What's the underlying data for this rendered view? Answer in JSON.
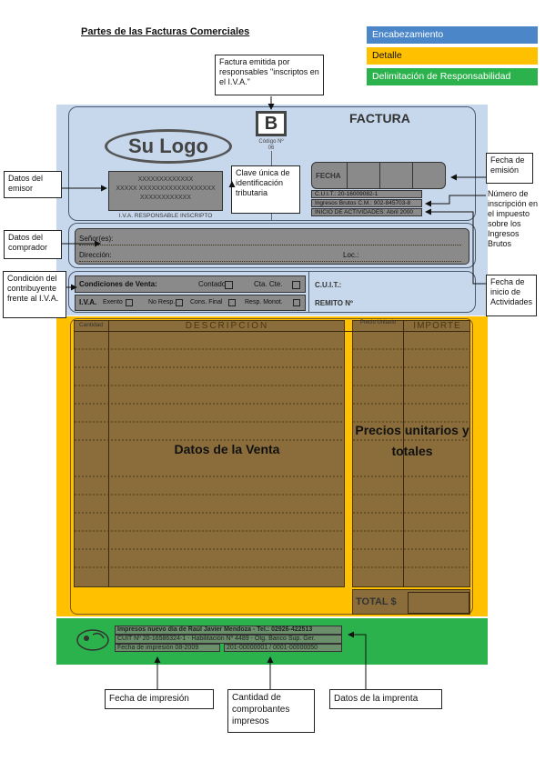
{
  "title": "Partes de las Facturas Comerciales",
  "legend": [
    {
      "label": "Encabezamiento",
      "color": "#4a86c8"
    },
    {
      "label": "Detalle",
      "color": "#ffc000"
    },
    {
      "label": "Delimitación de Responsabilidad",
      "color": "#2bb24c"
    }
  ],
  "callouts": {
    "factura_emitida": "Factura emitida por responsables \"inscriptos en el I.V.A.\"",
    "datos_emisor": "Datos del emisor",
    "clave_unica": "Clave única de identificación tributaria",
    "fecha_emision": "Fecha de emisión",
    "numero_inscripcion": "Número de inscripción en el impuesto sobre los Ingresos Brutos",
    "datos_comprador": "Datos del comprador",
    "fecha_inicio": "Fecha de inicio de Actividades",
    "condicion_contribuyente": "Condición del contribuyente frente al I.V.A.",
    "fecha_impresion": "Fecha de impresión",
    "cantidad_comprobantes": "Cantidad de comprobantes impresos",
    "datos_imprenta": "Datos de la imprenta"
  },
  "invoice": {
    "logo": "Su Logo",
    "letter": "B",
    "codigo": "Código Nº 06",
    "factura": "FACTURA",
    "emisor_lines": [
      "XXXXXXXXXXXXX",
      "XXXXX XXXXXXXXXXXXXXXXXX",
      "XXXXXXXXXXXX"
    ],
    "iva_responsable": "I.V.A. RESPONSABLE INSCRIPTO",
    "fecha": "FECHA",
    "cuit": "C.U.I.T.: 20-16009082-1",
    "ingresos_brutos": "Ingresos Brutos C.M.: 902-845703-8",
    "inicio_actividades": "INICIO DE ACTIVIDADES: Abril 2000",
    "senores": "Señor(es):",
    "direccion": "Dirección:",
    "loc": "Loc.:",
    "condiciones_venta": "Condiciones de Venta:",
    "contado": "Contado",
    "cta_cte": "Cta. Cte.",
    "cuit_label": "C.U.I.T.:",
    "iva": "I.V.A.",
    "exento": "Exento",
    "no_resp": "No Resp.",
    "cons_final": "Cons. Final",
    "resp_monot": "Resp. Monot.",
    "remito": "REMITO Nº"
  },
  "detail": {
    "cantidad": "Cantidad",
    "descripcion": "DESCRIPCION",
    "precio_unitario": "Precio Unitario",
    "importe": "IMPORTE",
    "datos_venta": "Datos de la Venta",
    "precios": "Precios unitarios y totales",
    "total": "TOTAL $"
  },
  "printer": {
    "line1": "Impresos nuevo día de Raúl Javier Mendoza - Tel.: 02926-422513",
    "line2": "CUIT Nº 20-16586324-1 - Habilitación Nº 4489 - Otg. Banco Sup. Ger.",
    "fecha_impresion": "Fecha de impresión 08-2009",
    "numeracion": "201-00000001 / 0001-00000050"
  }
}
